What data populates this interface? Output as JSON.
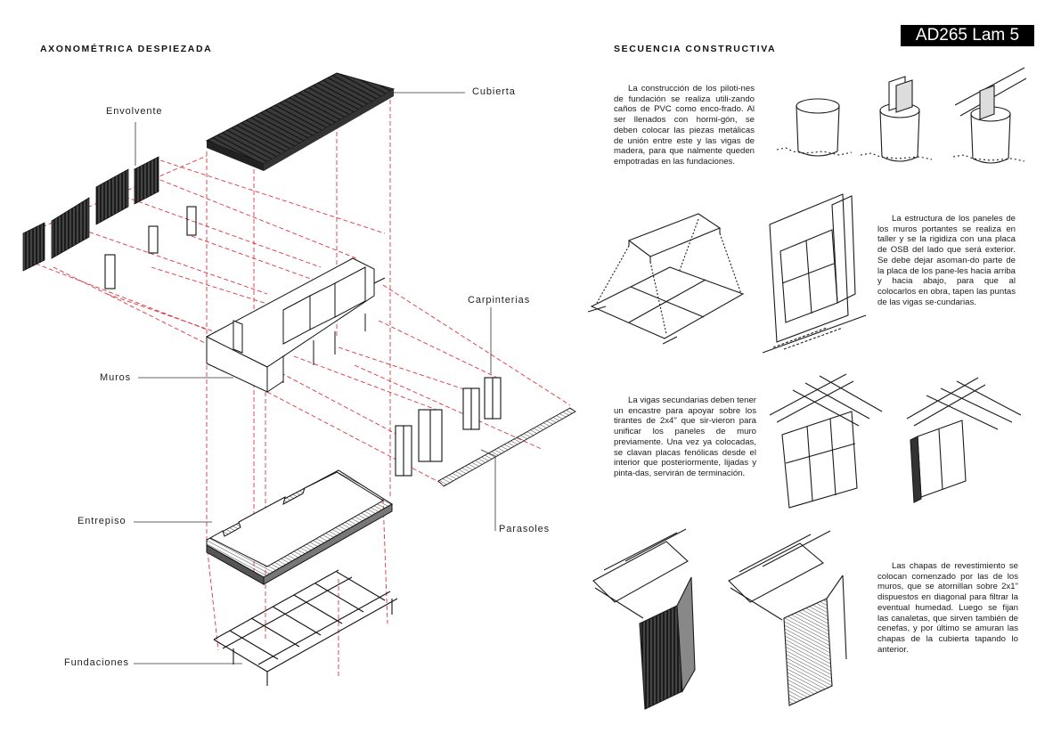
{
  "badge": {
    "text": "AD265 Lam  5"
  },
  "left": {
    "heading": "AXONOMÉTRICA DESPIEZADA",
    "labels": {
      "cubierta": "Cubierta",
      "envolvente": "Envolvente",
      "carpinterias": "Carpinterias",
      "muros": "Muros",
      "entrepiso": "Entrepiso",
      "parasoles": "Parasoles",
      "fundaciones": "Fundaciones"
    }
  },
  "right": {
    "heading": "SECUENCIA CONSTRUCTIVA",
    "steps": [
      {
        "text": "La construcción de los piloti-nes de fundación se realiza utili-zando caños de PVC como enco-frado. Al ser llenados con hormi-gón, se deben colocar las piezas metálicas de unión entre este y las vigas de madera, para que nalmente queden empotradas en las fundaciones."
      },
      {
        "text": "La estructura de los paneles de los muros portantes se realiza en taller y se la rigidiza con una placa de OSB del lado que será exterior. Se debe dejar asoman-do parte de la placa de los pane-les hacia arriba y hacia abajo, para que al colocarlos en obra, tapen las puntas de las vigas se-cundarias."
      },
      {
        "text": "La vigas secundarias deben tener un encastre para apoyar sobre los tirantes de 2x4\" que sir-vieron para unificar los paneles de muro previamente. Una vez ya colocadas, se clavan placas fenólicas desde el interior que posteriormente, lijadas y pinta-das, servirán de terminación."
      },
      {
        "text": "Las chapas de revestimiento se colocan comenzado por las de los muros, que se atornillan sobre 2x1\" dispuestos en diagonal para filtrar la eventual humedad. Luego se fijan las canaletas, que sirven también de cenefas, y por último se amuran las chapas de la cubierta tapando lo anterior."
      }
    ]
  },
  "colors": {
    "dash": "#d9363e",
    "ink": "#1b1b1b",
    "badge_bg": "#000000"
  }
}
